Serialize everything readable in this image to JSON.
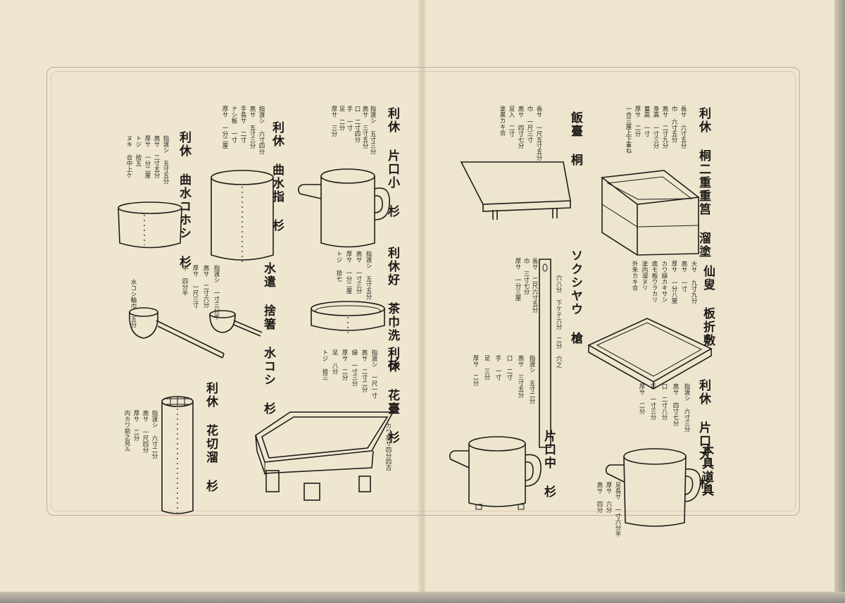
{
  "labels": {
    "rikyu_kataguchi_ko_sugi": "利休 片口小 杉",
    "rikyu_magemizusashi": "利休 曲水指 杉",
    "rikyu_mage_mizukoboshi": "利休 曲水コホシ 杉",
    "rikyu_chakin_arai": "利休好 茶巾洗 杉",
    "mizutsukai_haibashi": "水遣 捨箸 水コシ 杉",
    "rikyu_hanadai": "利休 花臺 杉",
    "rikyu_hanakiri_tame": "利休 花切溜 杉",
    "rikyu_kiri_nijuju": "利休 桐二重重筥 溜塗",
    "meshidai_kiri": "飯臺 桐",
    "sokushau_yari": "ソクシヤウ 槍",
    "sensou_itaorishiki": "仙叟 板折敷",
    "rikyu_kataguchi_o_sugi": "利休 片口大 杉",
    "kataguchi_chu_sugi": "片口中 杉",
    "mokugu_dougu": "木具道具"
  },
  "notes": {
    "n1": [
      "指渡シ 五寸三分",
      "高サ 三寸五分",
      "口 二寸四分",
      "手 一寸",
      "足 二分",
      "厚サ 三分"
    ],
    "n2": [
      "指渡シ 六寸四分",
      "高サ 五寸三分",
      "手長サ 二寸",
      "ナシ板 一寸",
      "厚サ 一分二厘"
    ],
    "n3": [
      "指渡シ 五寸五分",
      "高サ 二寸五分",
      "厚サ 一分二厘",
      "トジ 拾五",
      "ヌキ 合中上ケ"
    ],
    "n4": [
      "指渡シ 五寸五分",
      "高サ 一寸三分",
      "厚サ 一分二厘",
      "トジ 拾七"
    ],
    "n5": [
      "指渡シ 一寸三分半",
      "高サ 二寸六分",
      "厚サ 一尺三寸",
      "中 四分半"
    ],
    "n6": [
      "水コシ輪巾 五分"
    ],
    "n7": [
      "指渡シ 六寸二分",
      "高サ 一尺四分",
      "厚サ 二分",
      "内カワ前之見ル"
    ],
    "n8": [
      "指渡シ 一尺一寸",
      "高サ 二寸二分",
      "縁 一寸三分",
      "厚サ 二分",
      "足 八分",
      "トジ 拾三"
    ],
    "n9": [
      "カワ高サ四分四古"
    ],
    "n10": [
      "長サ 一尺五寸五分",
      "巾 一尺三寸",
      "高サ 四寸七分",
      "足入 二寸",
      "塗黒カキ合"
    ],
    "n11": [
      "長サ 六寸五分",
      "巾 六寸五分",
      "高サ 二寸九分",
      "身高 一寸三分",
      "蓋高 一寸",
      "厚サ 二分",
      "一合三厘上下重ね"
    ],
    "n12": [
      "長サ 二尺六寸五分",
      "巾 三寸七分",
      "厚サ 一分三厘"
    ],
    "n13": [
      "穴八分 下ケテ六分 二分 穴之"
    ],
    "n14": [
      "大サ 九寸九分",
      "高サ 一寸",
      "厚サ 一分八厘",
      "カワ縁カキサシ",
      "底モ板ウラカリ",
      "塗内溜ヌリ",
      "外朱カキ合"
    ],
    "n15": [
      "指渡シ 五寸二分",
      "高サ 三寸五分",
      "口 二寸",
      "手 一寸",
      "足 三分",
      "厚サ 二分"
    ],
    "n16": [
      "指渡シ 六寸三分",
      "高サ 四寸七分",
      "口 二寸八分",
      "手 一寸三分",
      "厚サ 二分"
    ],
    "n17": [
      "足長サ 一寸六分半",
      "厚サ 六分",
      "高サ 四分"
    ]
  }
}
